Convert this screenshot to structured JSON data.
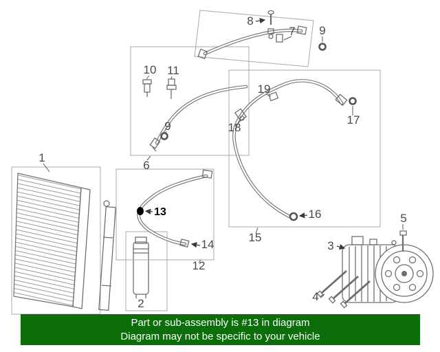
{
  "banner": {
    "line1": "Part or sub-assembly is #13 in diagram",
    "line2": "Diagram may not be specific to your vehicle"
  },
  "highlighted_part": "13",
  "callouts": {
    "c1": "1",
    "c2": "2",
    "c3": "3",
    "c4": "4",
    "c5": "5",
    "c6": "6",
    "c7": "7",
    "c8": "8",
    "c9_top": "9",
    "c9_left": "9",
    "c10": "10",
    "c11": "11",
    "c12": "12",
    "c13": "13",
    "c14": "14",
    "c15": "15",
    "c16": "16",
    "c17": "17",
    "c18": "18",
    "c19": "19"
  },
  "colors": {
    "banner_bg": "#0b6e0b",
    "banner_text": "#ffffff",
    "diagram_line": "#6e6e6e",
    "box_line": "#a8a8a8",
    "callout_text": "#4a4a4a",
    "highlight": "#000000"
  }
}
